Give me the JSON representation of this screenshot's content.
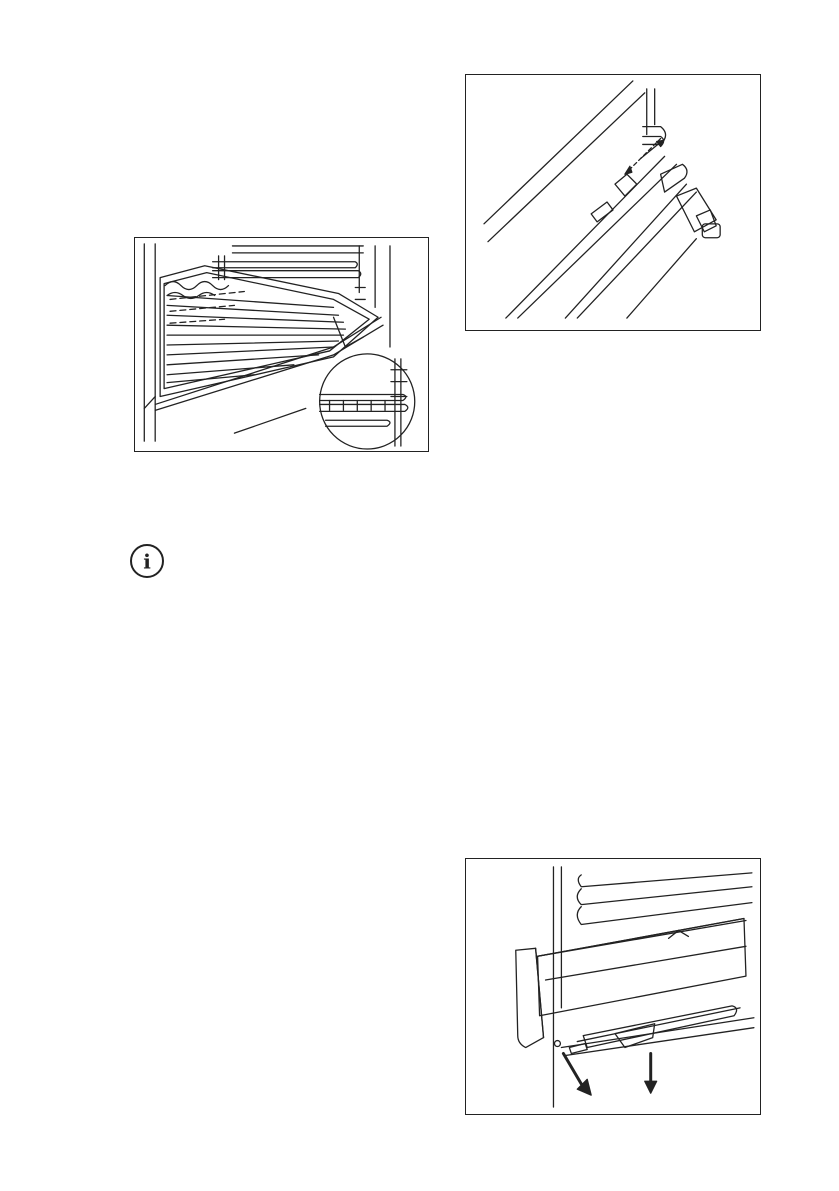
{
  "page": {
    "background": "#ffffff",
    "line_color": "#222222"
  },
  "figures": [
    {
      "id": "tray",
      "subject": "oven-tray-on-shelf-runners-with-detail-magnifier"
    },
    {
      "id": "shelf",
      "subject": "shelf-support-rail-with-direction-arrows"
    },
    {
      "id": "drawer",
      "subject": "drawer-removal-with-pull-and-down-arrows"
    }
  ],
  "info_icon": {
    "icon": "info-icon",
    "glyph": "i"
  }
}
